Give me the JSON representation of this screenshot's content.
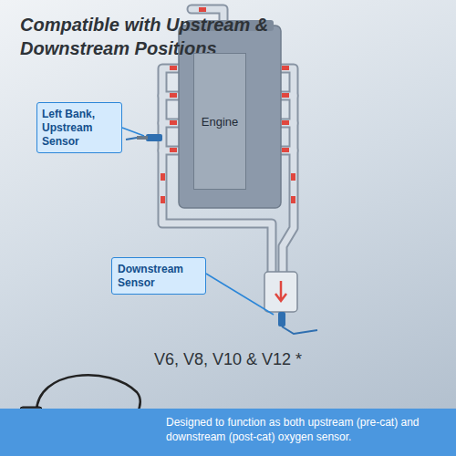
{
  "diagram": {
    "title": "Compatible with Upstream & Downstream Positions",
    "nodes": [
      {
        "text": [
          "Engine"
        ]
      },
      {
        "text": [
          "Left Bank, Upstream Sensor"
        ]
      },
      {
        "text": [
          "Downstream Sensor"
        ]
      },
      {
        "text": [
          "Designed to function as both upstream (pre-cat) and downstream (post-cat) oxygen sensor."
        ]
      }
    ],
    "labels": [
      "V6, V8, V10 & V12 *"
    ]
  }
}
